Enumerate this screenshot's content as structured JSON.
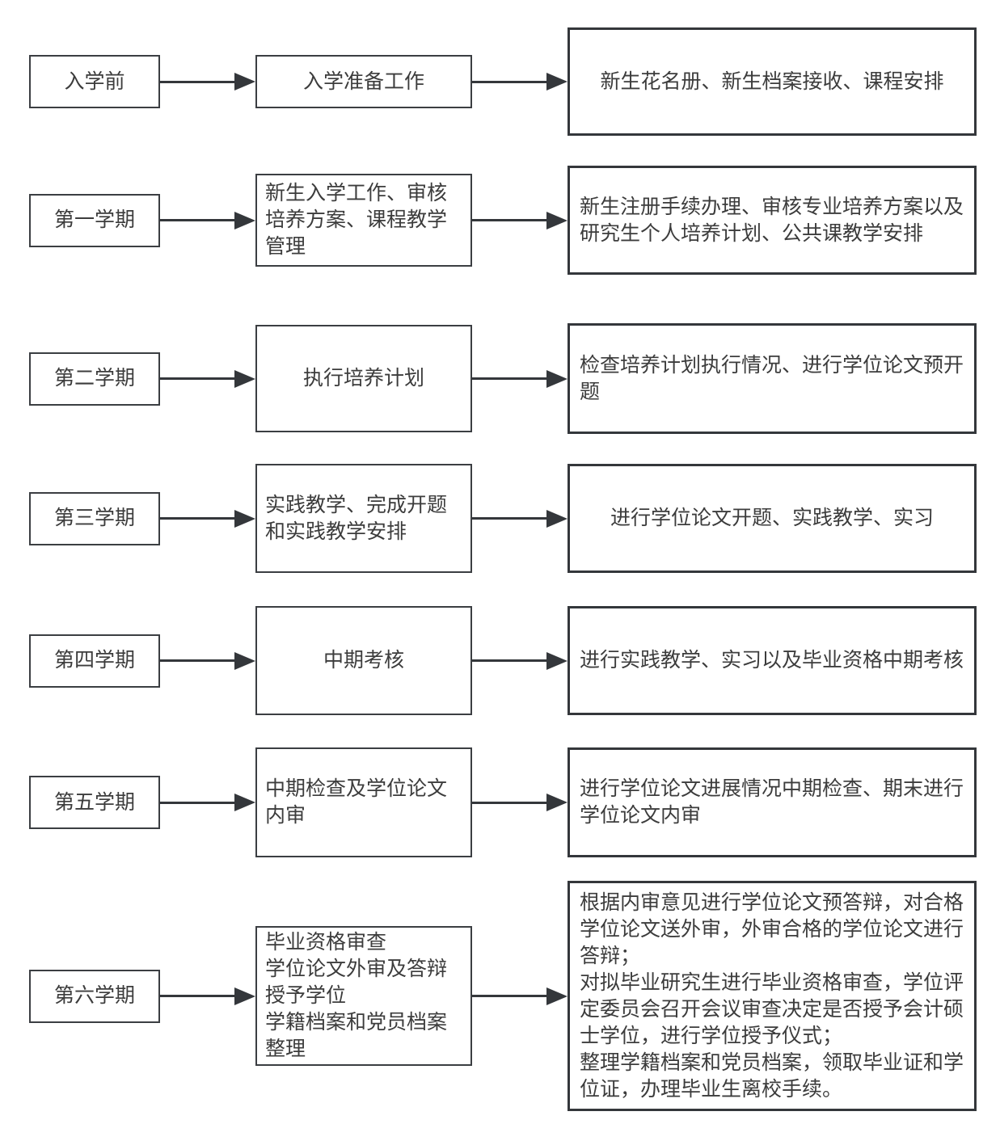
{
  "diagram": {
    "title_implicit": "",
    "colors": {
      "border": "#3b3e42",
      "arrow": "#34373b",
      "text": "#3c3c3c",
      "background": "#ffffff"
    },
    "rows": [
      {
        "stage": "入学前",
        "middle": "入学准备工作",
        "detail": "新生花名册、新生档案接收、课程安排"
      },
      {
        "stage": "第一学期",
        "middle": "新生入学工作、审核培养方案、课程教学管理",
        "detail": "新生注册手续办理、审核专业培养方案以及研究生个人培养计划、公共课教学安排"
      },
      {
        "stage": "第二学期",
        "middle": "执行培养计划",
        "detail": "检查培养计划执行情况、进行学位论文预开题"
      },
      {
        "stage": "第三学期",
        "middle": "实践教学、完成开题和实践教学安排",
        "detail": "进行学位论文开题、实践教学、实习"
      },
      {
        "stage": "第四学期",
        "middle": "中期考核",
        "detail": "进行实践教学、实习以及毕业资格中期考核"
      },
      {
        "stage": "第五学期",
        "middle": "中期检查及学位论文内审",
        "detail": "进行学位论文进展情况中期检查、期末进行学位论文内审"
      },
      {
        "stage": "第六学期",
        "middle": "毕业资格审查\n学位论文外审及答辩\n授予学位\n学籍档案和党员档案整理",
        "detail": "根据内审意见进行学位论文预答辩，对合格学位论文送外审，外审合格的学位论文进行答辩；\n对拟毕业研究生进行毕业资格审查，学位评定委员会召开会议审查决定是否授予会计硕士学位，进行学位授予仪式；\n整理学籍档案和党员档案，领取毕业证和学位证，办理毕业生离校手续。"
      }
    ]
  }
}
